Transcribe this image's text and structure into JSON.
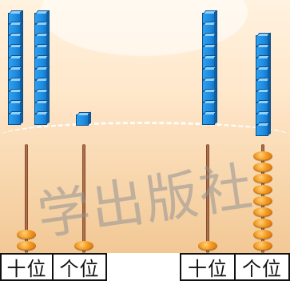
{
  "labels": {
    "left_tens": "十位",
    "left_ones": "个位",
    "right_tens": "十位",
    "right_ones": "个位"
  },
  "watermark": "学出版社",
  "left_model": {
    "tens_columns": 2,
    "ones_cubes": 1,
    "abacus_tens_beads": 2,
    "abacus_ones_beads": 1
  },
  "right_model": {
    "tens_columns": 1,
    "ones_cubes": 9,
    "abacus_tens_beads": 1,
    "abacus_ones_beads": 9
  },
  "colors": {
    "cube": "#1f8ee3",
    "bead": "#f39a20",
    "background": "#ffe8cc"
  }
}
